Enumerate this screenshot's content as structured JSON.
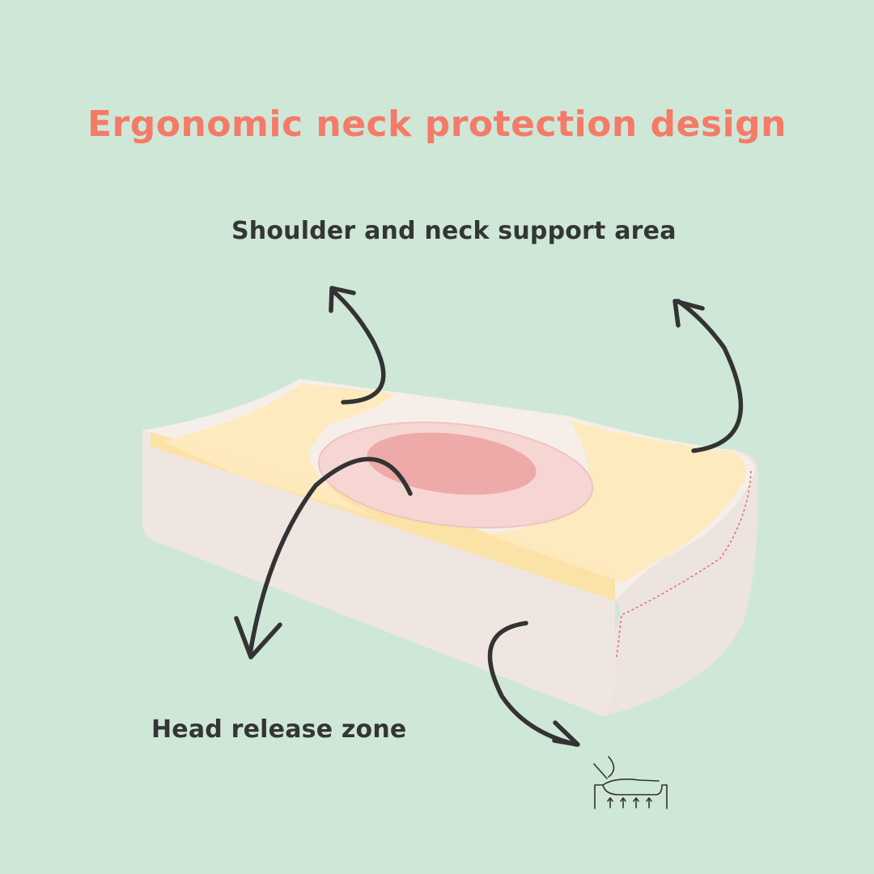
{
  "title": "Ergonomic neck protection design",
  "labels": {
    "shoulder_neck": "Shoulder and neck support area",
    "head_release": "Head release zone"
  },
  "icons": {
    "arrows": "curved-arrow-icon",
    "pressure": "pressure-relief-icon"
  },
  "colors": {
    "background": "#cfe7d7",
    "title": "#f47b68",
    "label": "#353535",
    "arrow": "#333333",
    "pillow": "#f3ebe6",
    "yellow_zone": "#fde7b4",
    "pink_outer": "#f6d5d2",
    "pink_inner": "#eeaaa9"
  }
}
